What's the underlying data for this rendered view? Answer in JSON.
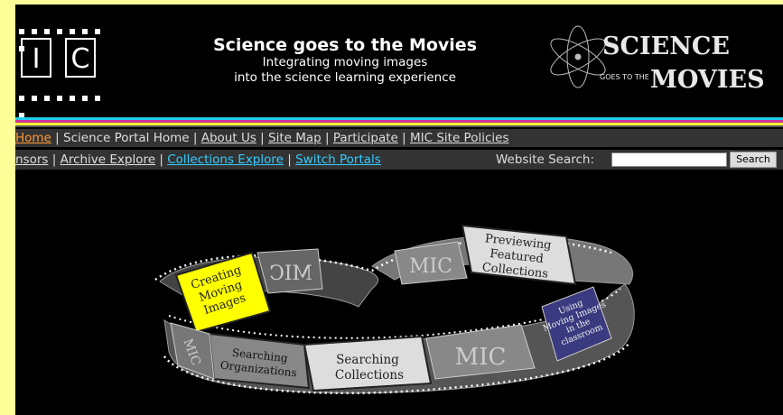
{
  "header": {
    "logo_letters": [
      "I",
      "C"
    ],
    "title": "Science goes to the Movies",
    "subtitle_line1": "Integrating moving images",
    "subtitle_line2": "into the science learning experience",
    "brand_top": "SCIENCE",
    "brand_small": "GOES TO THE",
    "brand_bottom": "MOVIES"
  },
  "colors": {
    "page_bg": "#ffff99",
    "stripe_cyan": "#22ccee",
    "stripe_magenta": "#cc3399",
    "stripe_yellow": "#ffff33",
    "nav_bg": "#333333",
    "nav_active": "#ff9933",
    "nav_cyan": "#33ccff"
  },
  "nav1": {
    "items": [
      "Home",
      "Science Portal Home",
      "About Us",
      "Site Map",
      "Participate",
      "MIC Site Policies"
    ]
  },
  "nav2": {
    "items": [
      "nsors",
      "Archive Explore",
      "Collections Explore",
      "Switch Portals"
    ],
    "search_label": "Website Search:",
    "search_value": "",
    "search_button": "Search"
  },
  "ribbon": {
    "creating": [
      "Creating",
      "Moving",
      "Images"
    ],
    "previewing": [
      "Previewing",
      "Featured",
      "Collections"
    ],
    "using": [
      "Using",
      "Moving Images",
      "in the",
      "classroom"
    ],
    "searching_orgs": [
      "Searching",
      "Organizations"
    ],
    "searching_collections": [
      "Searching",
      "Collections"
    ],
    "mic_badge": "MIC",
    "mic_mirror": "MIC"
  }
}
